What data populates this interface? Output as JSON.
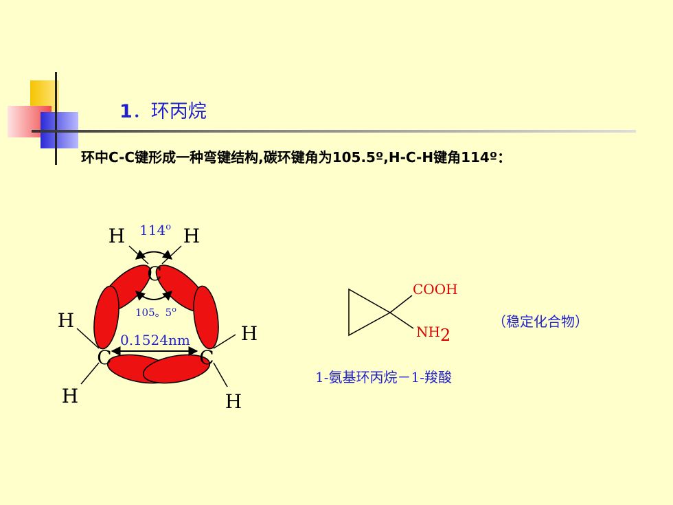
{
  "slide": {
    "title_number": "1",
    "title_text": "．环丙烷",
    "description": "环中C-C键形成一种弯键结构,碳环键角为105.5º,H-C-H键角114º："
  },
  "diagram": {
    "atom_c": "C",
    "atom_h": "H",
    "angle_hch": "114",
    "angle_hch_deg": "o",
    "angle_ccc": "105。5",
    "angle_ccc_deg": "o",
    "bond_length": "0.1524nm"
  },
  "compound": {
    "cooh": "COOH",
    "nh": "NH",
    "nh_sub": "2",
    "note": "（稳定化合物）",
    "name": "1-氨基环丙烷－1-羧酸"
  },
  "colors": {
    "title": "#1F1FCC",
    "orbital": "#EE1111",
    "label_blue": "#2222CC",
    "label_red": "#DD0000",
    "background": "#FFFFCC"
  }
}
